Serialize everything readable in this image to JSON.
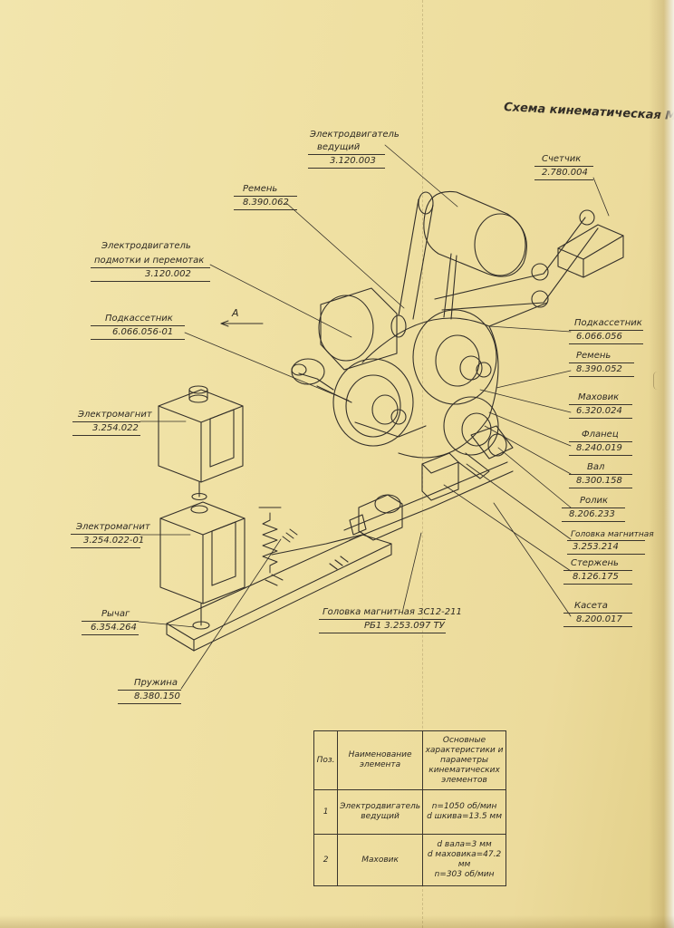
{
  "title": "Схема кинематическая М",
  "view_marker": "А",
  "callouts": [
    {
      "id": "motor-driving",
      "name_lines": [
        "Электродвигатель",
        "ведущий"
      ],
      "code": "3.120.003"
    },
    {
      "id": "counter",
      "name_lines": [
        "Счетчик"
      ],
      "code": "2.780.004"
    },
    {
      "id": "belt-left",
      "name_lines": [
        "Ремень"
      ],
      "code": "8.390.062"
    },
    {
      "id": "motor-rewind",
      "name_lines": [
        "Электродвигатель",
        "подмотки и перемотак"
      ],
      "code": "3.120.002"
    },
    {
      "id": "cassette-holder-left",
      "name_lines": [
        "Подкассетник"
      ],
      "code": "6.066.056-01"
    },
    {
      "id": "cassette-holder-right",
      "name_lines": [
        "Подкассетник"
      ],
      "code": "6.066.056"
    },
    {
      "id": "belt-right",
      "name_lines": [
        "Ремень"
      ],
      "code": "8.390.052"
    },
    {
      "id": "flywheel",
      "name_lines": [
        "Маховик"
      ],
      "code": "6.320.024"
    },
    {
      "id": "flange",
      "name_lines": [
        "Фланец"
      ],
      "code": "8.240.019"
    },
    {
      "id": "shaft",
      "name_lines": [
        "Вал"
      ],
      "code": "8.300.158"
    },
    {
      "id": "roller",
      "name_lines": [
        "Ролик"
      ],
      "code": "8.206.233"
    },
    {
      "id": "magnetic-head-right",
      "name_lines": [
        "Головка магнитная"
      ],
      "code": "3.253.214"
    },
    {
      "id": "rod",
      "name_lines": [
        "Стержень"
      ],
      "code": "8.126.175"
    },
    {
      "id": "cassette",
      "name_lines": [
        "Касета"
      ],
      "code": "8.200.017"
    },
    {
      "id": "electromagnet-top",
      "name_lines": [
        "Электромагнит"
      ],
      "code": "3.254.022"
    },
    {
      "id": "electromagnet-bottom",
      "name_lines": [
        "Электромагнит"
      ],
      "code": "3.254.022-01"
    },
    {
      "id": "lever",
      "name_lines": [
        "Рычаг"
      ],
      "code": "6.354.264"
    },
    {
      "id": "magnetic-head-bottom",
      "name_lines": [
        "Головка магнитная 3С12-211"
      ],
      "code": "РБ1 3.253.097 ТУ"
    },
    {
      "id": "spring",
      "name_lines": [
        "Пружина"
      ],
      "code": "8.380.150"
    }
  ],
  "table": {
    "headers": [
      "Поз.",
      "Наименование элемента",
      "Основные характеристики и параметры кинематических элементов"
    ],
    "rows": [
      {
        "pos": "1",
        "name": "Электродвигатель ведущий",
        "params": [
          "n=1050 об/мин",
          "d шкива=13.5 мм"
        ]
      },
      {
        "pos": "2",
        "name": "Маховик",
        "params": [
          "d вала=3 мм",
          "d маховика=47.2 мм",
          "n=303 об/мин"
        ]
      }
    ]
  },
  "colors": {
    "paper": "#efe2a8",
    "ink": "#2e2a24",
    "line": "#3a352d"
  }
}
